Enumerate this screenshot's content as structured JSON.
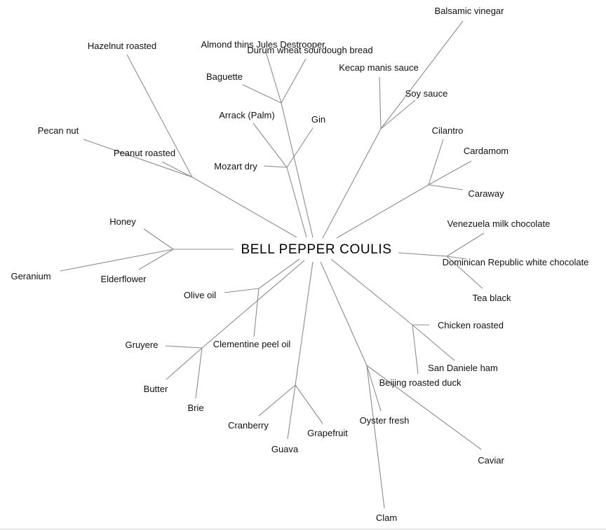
{
  "center": "BELL PEPPER COULIS",
  "labels": {
    "balsamic_vinegar": "Balsamic vinegar",
    "kecap_manis_sauce": "Kecap manis sauce",
    "soy_sauce": "Soy sauce",
    "cilantro": "Cilantro",
    "cardamom": "Cardamom",
    "caraway": "Caraway",
    "venezuela_milk_chocolate": "Venezuela milk chocolate",
    "dominican_white_chocolate": "Dominican Republic white chocolate",
    "tea_black": "Tea black",
    "chicken_roasted": "Chicken roasted",
    "san_daniele_ham": "San Daniele ham",
    "beijing_roasted_duck": "Beijing roasted duck",
    "oyster_fresh": "Oyster fresh",
    "caviar": "Caviar",
    "clam": "Clam",
    "cranberry": "Cranberry",
    "guava": "Guava",
    "grapefruit": "Grapefruit",
    "olive_oil": "Olive oil",
    "clementine_peel_oil": "Clementine peel oil",
    "gruyere": "Gruyere",
    "butter": "Butter",
    "brie": "Brie",
    "honey": "Honey",
    "geranium": "Geranium",
    "elderflower": "Elderflower",
    "hazelnut_roasted": "Hazelnut roasted",
    "pecan_nut": "Pecan nut",
    "peanut_roasted": "Peanut roasted",
    "almond_thins": "Almond thins Jules Destrooper",
    "durum_wheat_bread": "Durum wheat sourdough bread",
    "baguette": "Baguette",
    "arrack_palm": "Arrack (Palm)",
    "gin": "Gin",
    "mozart_dry": "Mozart dry"
  }
}
